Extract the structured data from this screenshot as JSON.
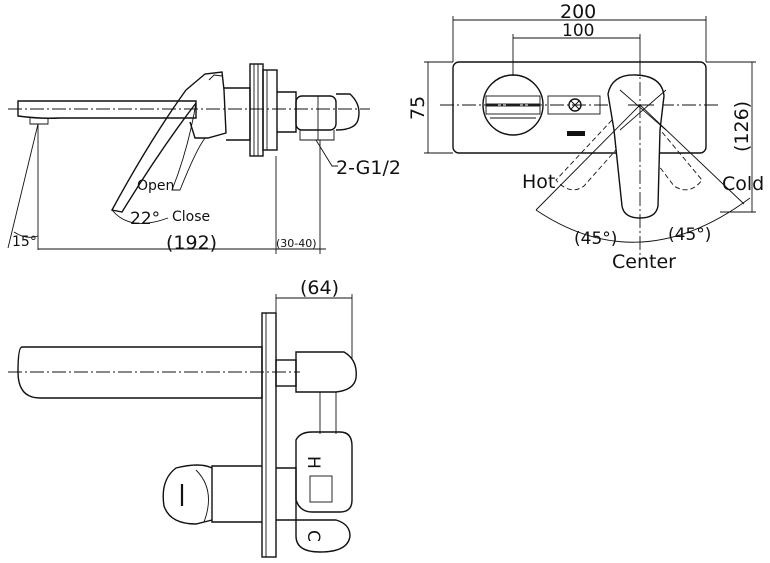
{
  "side_view": {
    "label_open": "Open",
    "label_close": "Close",
    "angle_close": "22°",
    "angle_spout": "15°",
    "dim_length": "(192)",
    "dim_wall": "(30-40)",
    "connection": "2-G1/2"
  },
  "front_view": {
    "dim_width": "200",
    "dim_spacing": "100",
    "dim_height": "75",
    "dim_reach": "(126)",
    "label_hot": "Hot",
    "label_cold": "Cold",
    "label_center": "Center",
    "angle_left": "(45°)",
    "angle_right": "(45°)"
  },
  "top_view": {
    "dim_depth": "(64)",
    "mark_hot": "H",
    "mark_cold": "C"
  }
}
